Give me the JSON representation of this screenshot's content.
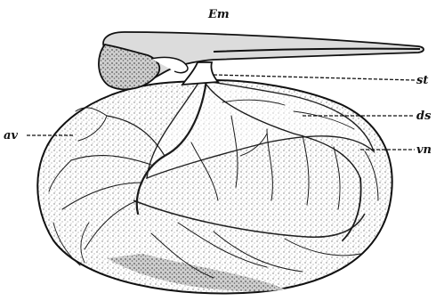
{
  "figure": {
    "labels": {
      "embryo": "Em",
      "stalk": "st",
      "ds": "ds",
      "vn": "vn",
      "av": "av"
    },
    "colors": {
      "ink": "#111111",
      "stipple": "#8a8a8a",
      "paper": "#ffffff"
    }
  }
}
